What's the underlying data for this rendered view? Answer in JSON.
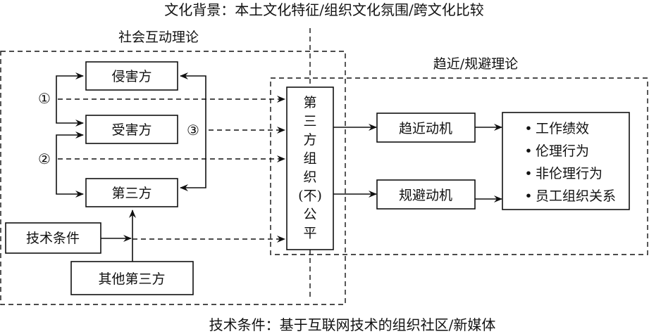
{
  "captions": {
    "top": "文化背景：本土文化特征/组织文化氛围/跨文化比较",
    "bottom": "技术条件：基于互联网技术的组织社区/新媒体"
  },
  "sections": {
    "social_interaction": "社会互动理论",
    "approach_avoidance": "趋近/规避理论"
  },
  "nodes": {
    "perpetrator": "侵害方",
    "victim": "受害方",
    "third_party": "第三方",
    "tech_conditions": "技术条件",
    "other_third_parties": "其他第三方",
    "fairness": [
      "第",
      "三",
      "方",
      "组",
      "织",
      "(不)",
      "公",
      "平"
    ],
    "approach_motive": "趋近动机",
    "avoidance_motive": "规避动机"
  },
  "markers": {
    "one": "①",
    "two": "②",
    "three": "③"
  },
  "outcomes": {
    "bullet": "•",
    "items": [
      "工作绩效",
      "伦理行为",
      "非伦理行为",
      "员工组织关系"
    ]
  }
}
